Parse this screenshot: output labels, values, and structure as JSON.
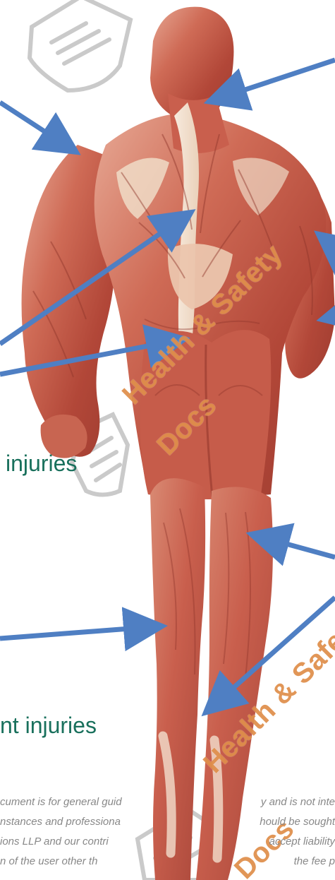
{
  "labels": {
    "left_injuries": "injuries",
    "bottom_injuries": "nt injuries"
  },
  "watermarks": {
    "health_safety_1": "Health & Safety",
    "docs_1": "Docs",
    "health_safety_2": "Health & Safety",
    "docs_2": "Docs"
  },
  "disclaimer": {
    "lines": [
      {
        "left": "cument is for general guid",
        "right": "y and is not inte"
      },
      {
        "left": "nstances and professiona",
        "right": "hould be sought"
      },
      {
        "left": "ions LLP and our contri",
        "right": "accept liability"
      },
      {
        "left": "n of the user other th",
        "right": "the fee p"
      }
    ]
  },
  "icons": {
    "watermark_logo": "shield-logo-icon",
    "arrow": "arrow-icon"
  },
  "colors": {
    "label_text": "#19705c",
    "arrow": "#4f7fc3",
    "watermark": "#d97828",
    "muscle_dark": "#b24738",
    "muscle_mid": "#cf6b56",
    "muscle_light": "#e2a08a",
    "tendon": "#f0dcc7"
  }
}
